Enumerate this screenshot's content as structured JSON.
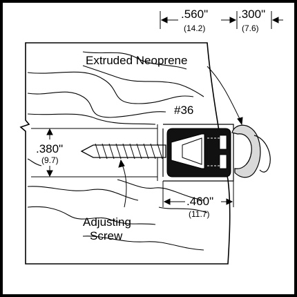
{
  "diagram": {
    "top_dim_1": {
      "in": ".560\"",
      "mm": "(14.2)"
    },
    "top_dim_2": {
      "in": ".300\"",
      "mm": "(7.6)"
    },
    "left_dim": {
      "in": ".380\"",
      "mm": "(9.7)"
    },
    "bottom_dim": {
      "in": ".460\"",
      "mm": "(11.7)"
    },
    "label_neoprene": "Extruded Neoprene",
    "label_number": "#36",
    "label_screw_line1": "Adjusting",
    "label_screw_line2": "Screw"
  }
}
